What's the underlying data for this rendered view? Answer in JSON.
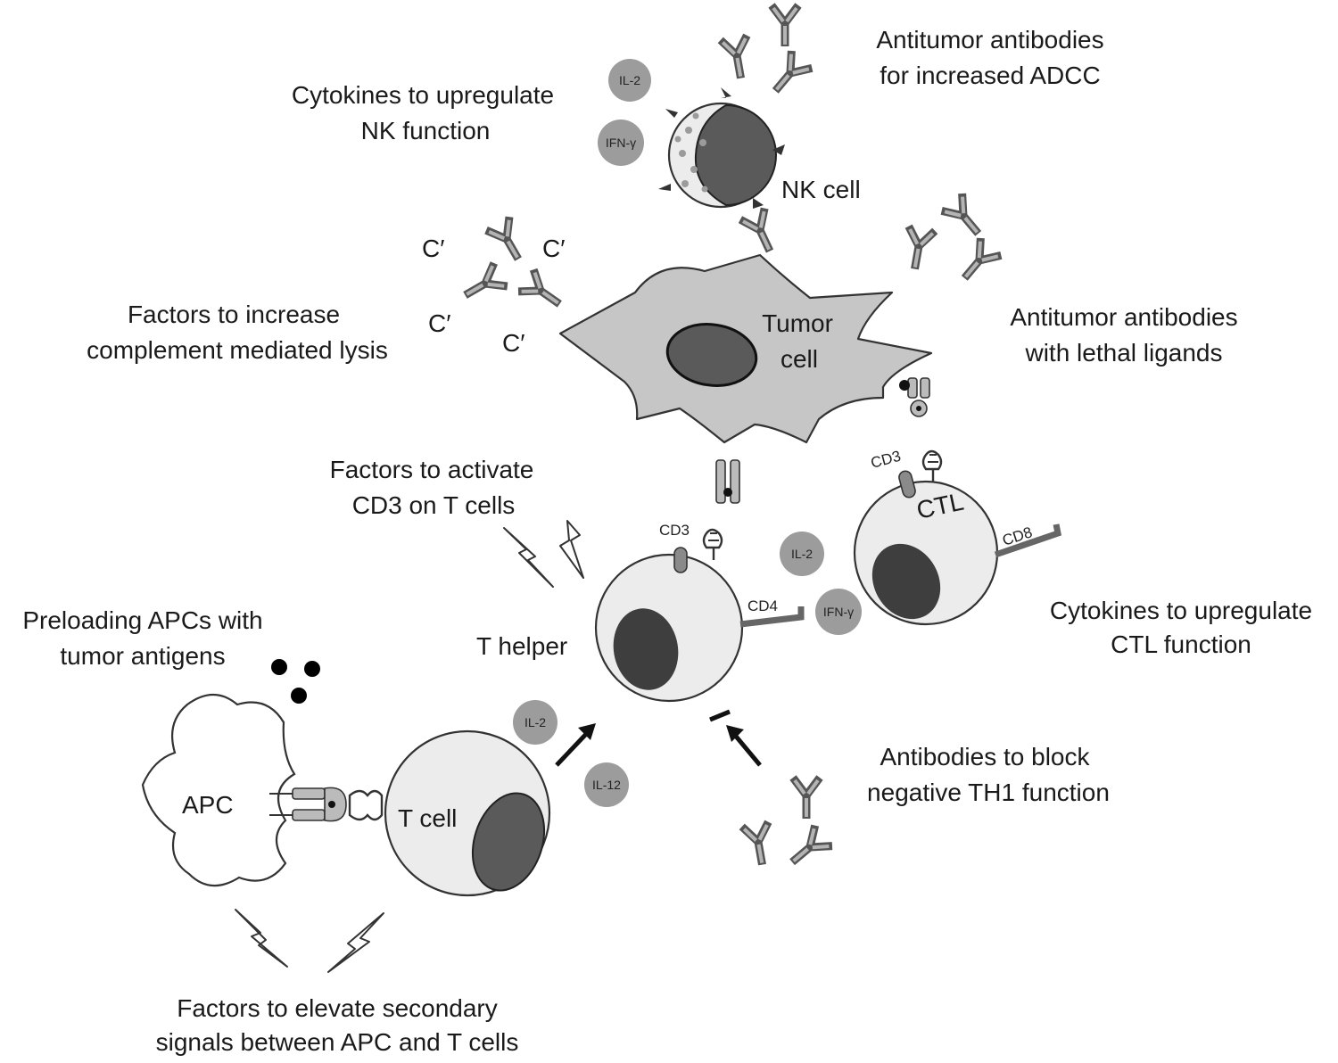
{
  "labels": {
    "nk_cytokines": [
      "Cytokines to upregulate",
      "NK function"
    ],
    "adcc": [
      "Antitumor antibodies",
      "for increased ADCC"
    ],
    "nk_cell": "NK cell",
    "complement": [
      "Factors to increase",
      "complement mediated lysis"
    ],
    "complement_symbol": "C′",
    "tumor_cell": [
      "Tumor",
      "cell"
    ],
    "lethal_ligands": [
      "Antitumor antibodies",
      "with lethal ligands"
    ],
    "cd3_factors": [
      "Factors to activate",
      "CD3 on T cells"
    ],
    "t_helper": "T helper",
    "ctl": "CTL",
    "ctl_cytokines": [
      "Cytokines to upregulate",
      "CTL function"
    ],
    "preloading": [
      "Preloading APCs with",
      "tumor antigens"
    ],
    "apc": "APC",
    "t_cell": "T cell",
    "block_th1": [
      "Antibodies to block",
      "negative TH1 function"
    ],
    "secondary": [
      "Factors to elevate secondary",
      "signals between APC and T cells"
    ]
  },
  "markers": {
    "cd3": "CD3",
    "cd4": "CD4",
    "cd8": "CD8"
  },
  "molecules": {
    "il2": "IL-2",
    "ifng": "IFN-γ",
    "il12": "IL-12"
  },
  "colors": {
    "cell_fill": "#ececec",
    "tumor_fill": "#c6c6c6",
    "nucleus": "#5a5a5a",
    "cytokine": "#9c9c9c",
    "antibody": "#555555"
  }
}
